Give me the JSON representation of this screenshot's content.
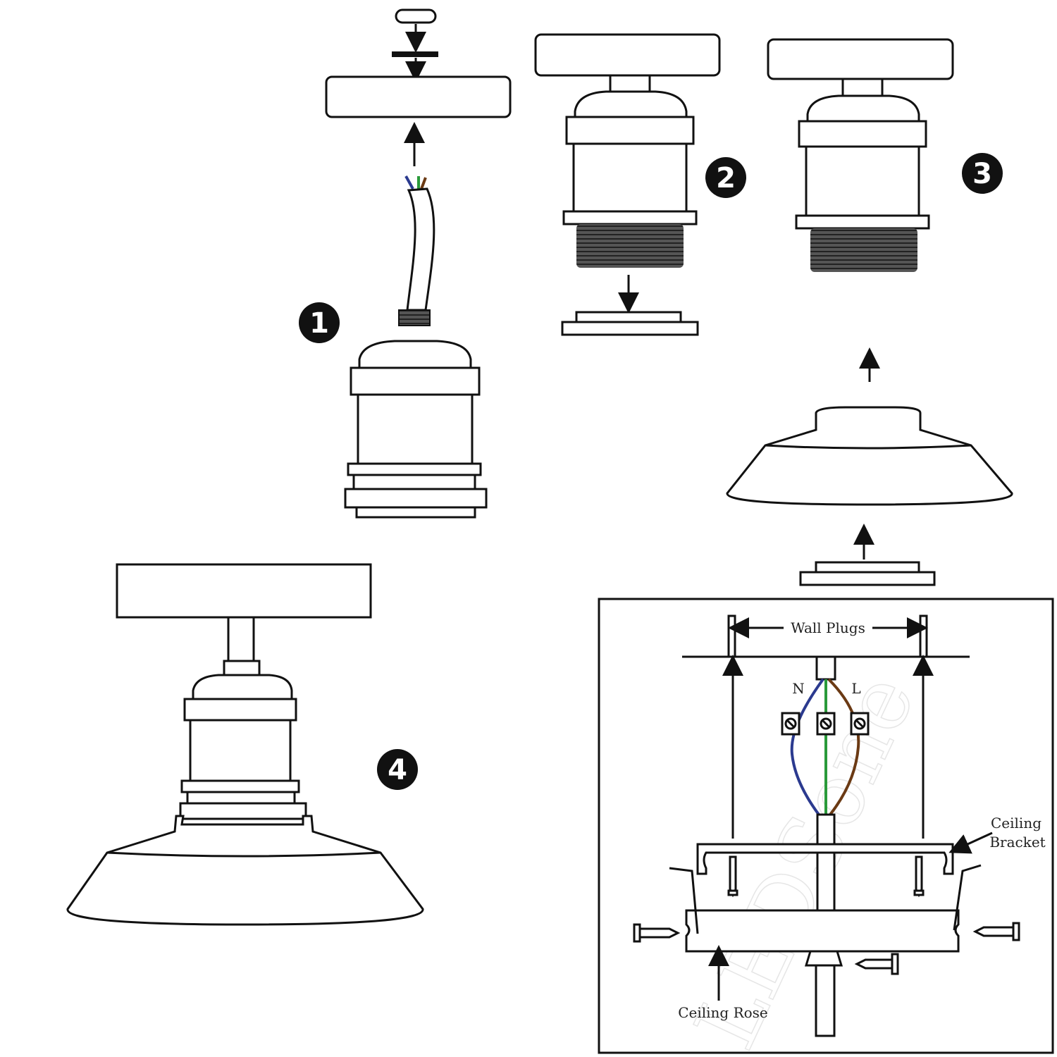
{
  "steps": [
    {
      "number": "1"
    },
    {
      "number": "2"
    },
    {
      "number": "3"
    },
    {
      "number": "4"
    }
  ],
  "wiring_diagram": {
    "labels": {
      "wall_plugs": "Wall Plugs",
      "neutral": "N",
      "live": "L",
      "ceiling_bracket_line1": "Ceiling",
      "ceiling_bracket_line2": "Bracket",
      "ceiling_rose": "Ceiling Rose"
    },
    "watermark": "LEDSone",
    "wire_colors": {
      "neutral": "#2b3a8f",
      "earth": "#2a9a3a",
      "live": "#6b3a14"
    }
  }
}
